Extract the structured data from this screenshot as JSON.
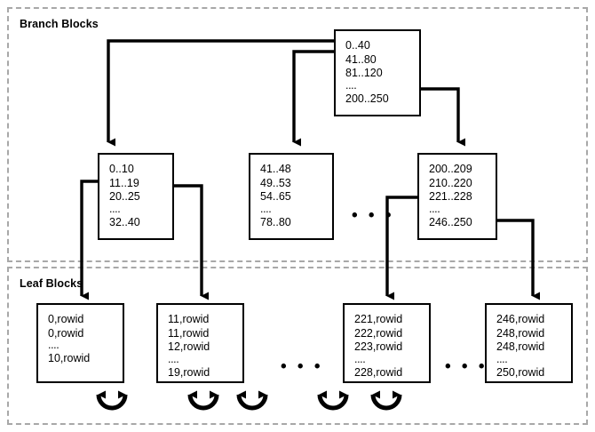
{
  "diagram": {
    "type": "btree-index-structure",
    "regions": [
      {
        "id": "branch",
        "label": "Branch Blocks"
      },
      {
        "id": "leaf",
        "label": "Leaf Blocks"
      }
    ],
    "ellipsis_text": "• • •",
    "root": {
      "name": "root-branch-block",
      "lines": [
        "0..40",
        "41..80",
        "81..120",
        "....",
        "200..250"
      ]
    },
    "branch_blocks": [
      {
        "name": "branch-block-1",
        "lines": [
          "0..10",
          "11..19",
          "20..25",
          "....",
          "32..40"
        ]
      },
      {
        "name": "branch-block-2",
        "lines": [
          "41..48",
          "49..53",
          "54..65",
          "....",
          "78..80"
        ]
      },
      {
        "name": "branch-block-3",
        "lines": [
          "200..209",
          "210..220",
          "221..228",
          "....",
          "246..250"
        ]
      }
    ],
    "leaf_blocks": [
      {
        "name": "leaf-block-1",
        "lines": [
          "0,rowid",
          "0,rowid",
          "....",
          "10,rowid"
        ]
      },
      {
        "name": "leaf-block-2",
        "lines": [
          "11,rowid",
          "11,rowid",
          "12,rowid",
          "....",
          "19,rowid"
        ]
      },
      {
        "name": "leaf-block-3",
        "lines": [
          "221,rowid",
          "222,rowid",
          "223,rowid",
          "....",
          "228,rowid"
        ]
      },
      {
        "name": "leaf-block-4",
        "lines": [
          "246,rowid",
          "248,rowid",
          "248,rowid",
          "....",
          "250,rowid"
        ]
      }
    ],
    "colors": {
      "stroke": "#000000",
      "region_border": "#a8a8a8",
      "background": "#ffffff"
    }
  }
}
